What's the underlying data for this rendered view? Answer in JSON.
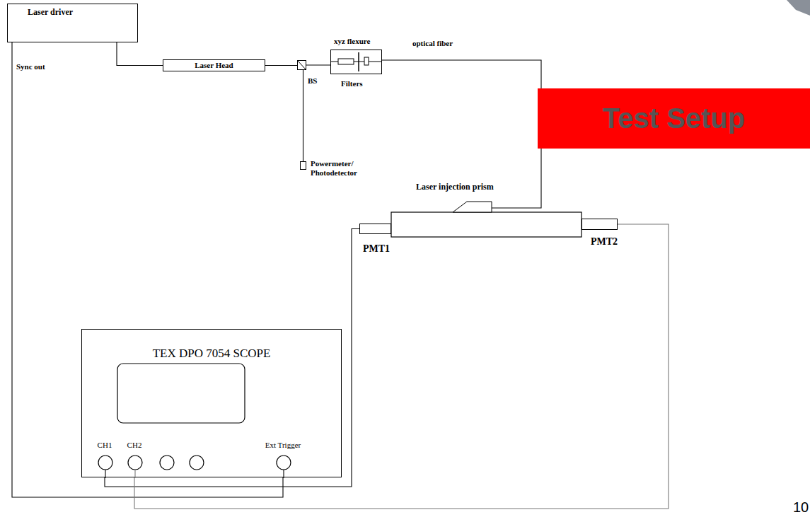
{
  "diagram": {
    "nodes": [
      {
        "text": [
          "Laser driver"
        ]
      },
      {
        "text": [
          "Laser Head"
        ]
      },
      {
        "text": [
          "BS"
        ]
      },
      {
        "text": [
          "xyz flexure",
          "Filters"
        ]
      },
      {
        "text": [
          "Powermeter/ Photodetector"
        ]
      },
      {
        "text": [
          "Test Setup"
        ]
      },
      {
        "text": [
          "Laser injection prism"
        ]
      },
      {
        "text": [
          "PMT1"
        ]
      },
      {
        "text": [
          "PMT2"
        ]
      },
      {
        "text": [
          "TEX DPO 7054 SCOPE"
        ]
      }
    ],
    "edges": [
      {
        "from": 0,
        "to": 1,
        "arrow": "none"
      },
      {
        "from": 1,
        "to": 2,
        "arrow": "none"
      },
      {
        "from": 2,
        "to": 3,
        "arrow": "none"
      },
      {
        "from": 2,
        "to": 4,
        "arrow": "none"
      },
      {
        "from": 3,
        "to": 6,
        "label": "optical fiber",
        "arrow": "none"
      },
      {
        "from": 0,
        "to": 9,
        "label": "Sync out",
        "arrow": "none"
      },
      {
        "from": 9,
        "to": 7,
        "arrow": "none"
      },
      {
        "from": 9,
        "to": 8,
        "arrow": "none"
      }
    ],
    "labels": [
      "CH1",
      "CH2",
      "Ext Trigger",
      "10"
    ]
  }
}
